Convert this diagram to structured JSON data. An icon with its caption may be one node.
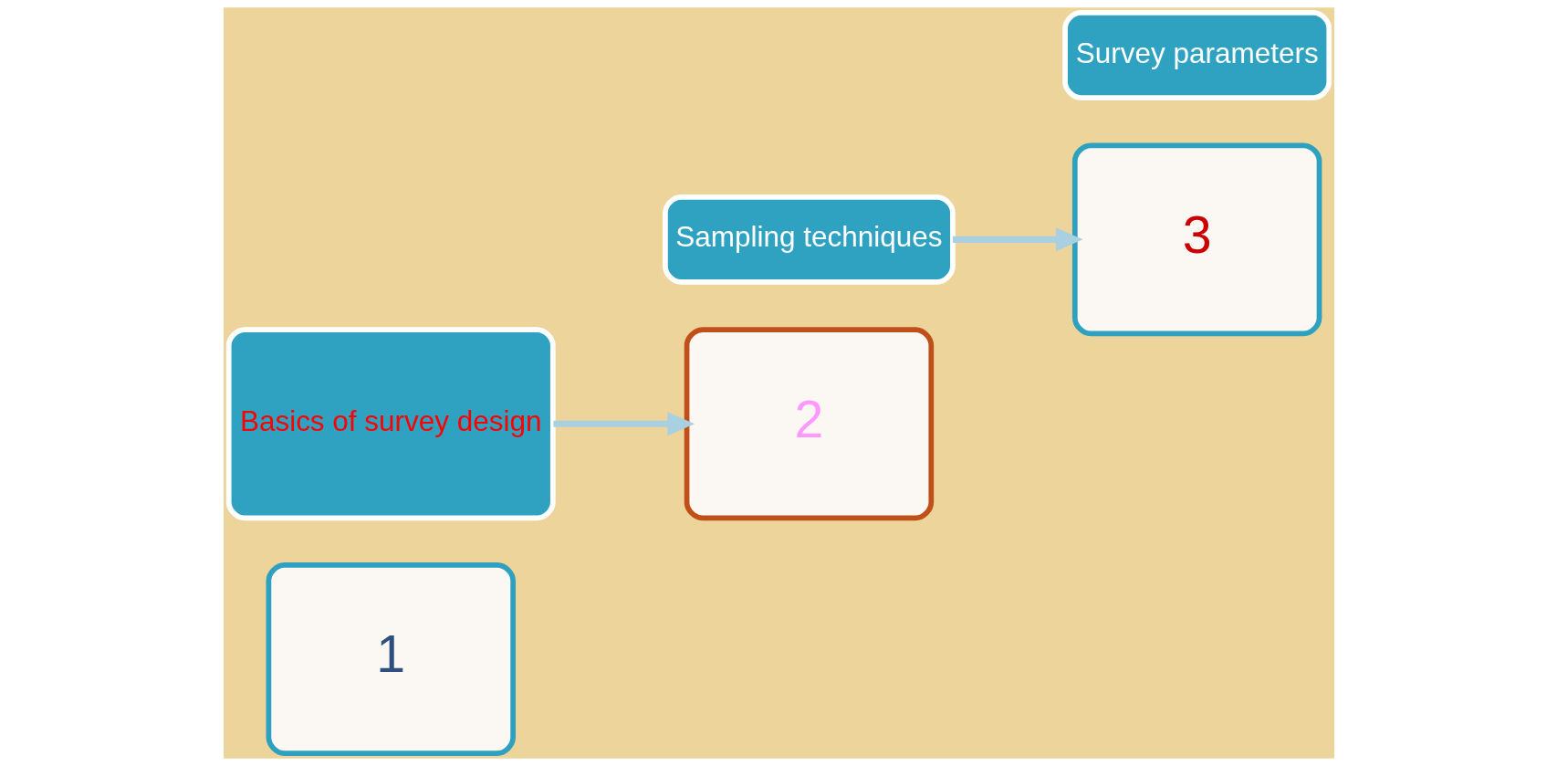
{
  "diagram": {
    "nodes": [
      {
        "text": [
          "1"
        ]
      },
      {
        "text": [
          "Basics of survey design"
        ]
      },
      {
        "text": [
          "2"
        ]
      },
      {
        "text": [
          "Sampling techniques"
        ]
      },
      {
        "text": [
          "3"
        ]
      },
      {
        "text": [
          "Survey parameters"
        ]
      }
    ],
    "edges": [
      {
        "from": 1,
        "to": 2,
        "arrow": "to"
      },
      {
        "from": 3,
        "to": 4,
        "arrow": "to"
      }
    ]
  }
}
